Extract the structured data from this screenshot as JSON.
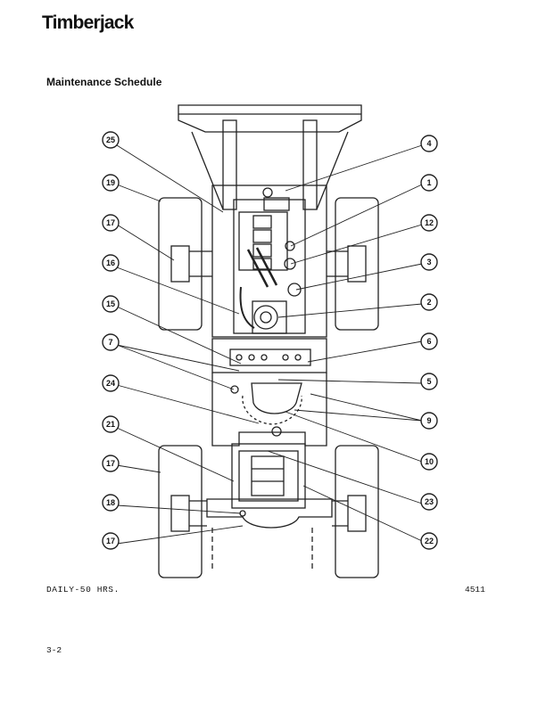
{
  "header": {
    "brand": "Timberjack"
  },
  "section": {
    "title": "Maintenance Schedule"
  },
  "figure": {
    "caption": "DAILY-50 HRS.",
    "figure_number": "4511",
    "callouts": [
      "25",
      "19",
      "17",
      "16",
      "15",
      "7",
      "24",
      "21",
      "17",
      "18",
      "17",
      "4",
      "1",
      "12",
      "3",
      "2",
      "6",
      "5",
      "9",
      "10",
      "23",
      "22"
    ]
  },
  "footer": {
    "page_number": "3-2"
  }
}
